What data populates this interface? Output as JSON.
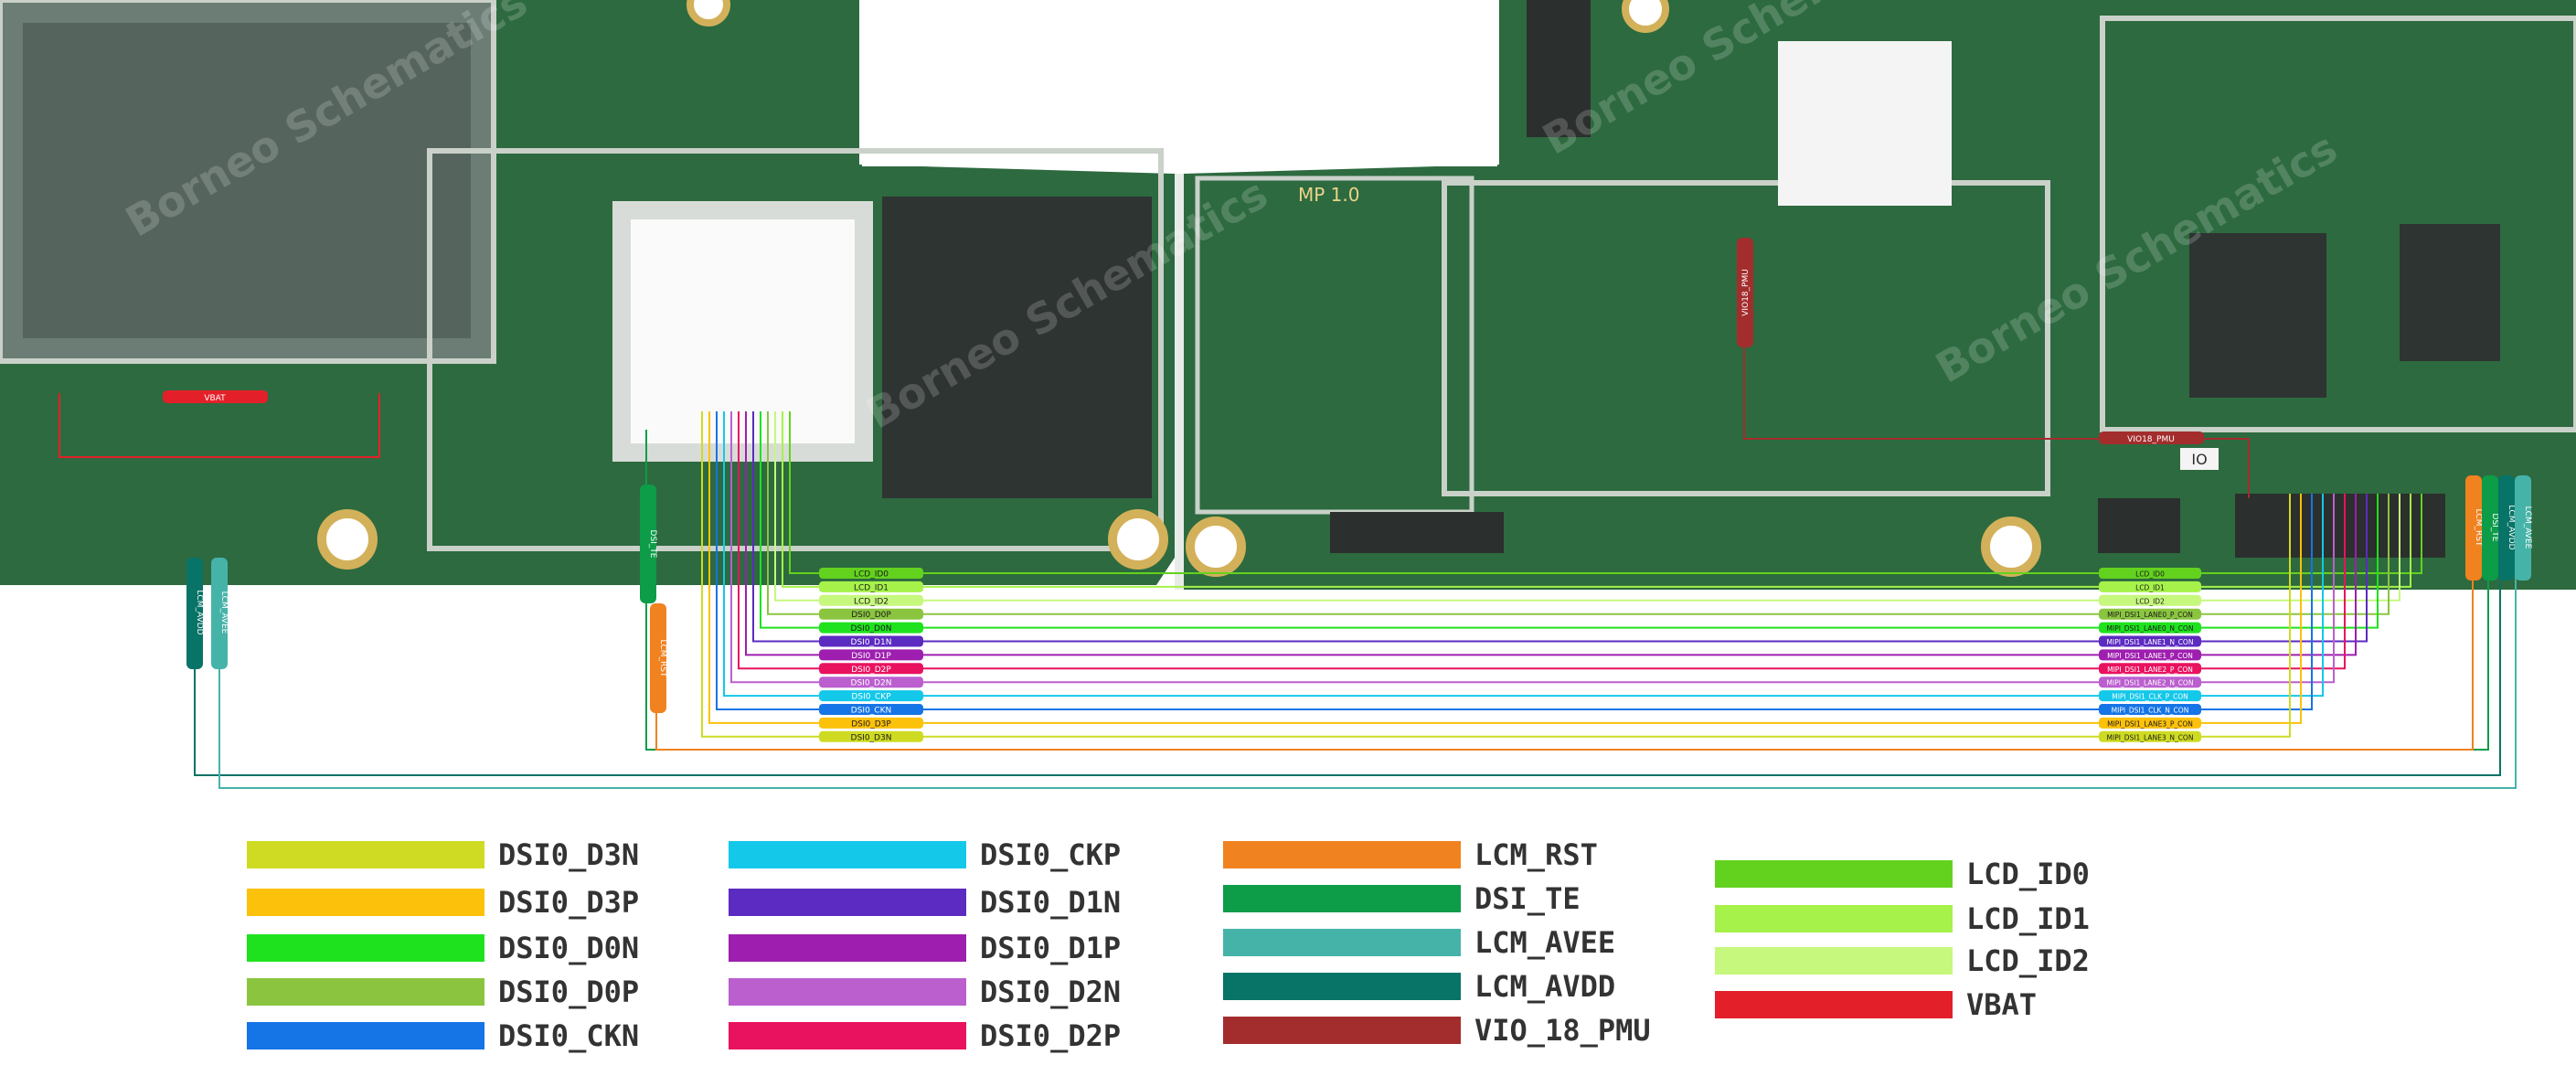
{
  "board": {
    "silkscreen": "MP 1.0",
    "watermark": "Borneo Schematics",
    "marker_io": "IO"
  },
  "net_labels": {
    "vbat": "VBAT",
    "vio18": "VIO18_PMU",
    "vio18_vertical": "VIO18_PMU",
    "lcm_avdd": "LCM_AVDD",
    "lcm_avee": "LCM_AVEE",
    "dsi_te_left": "DSI_TE",
    "lcm_rst_left": "LCM_RST",
    "lcm_rst_right": "LCM_RST",
    "dsi_te_right": "DSI_TE",
    "lcm_avdd_right": "LCM_AVDD",
    "lcm_avee_right": "LCM_AVEE"
  },
  "left_labels": [
    {
      "text": "LCD_ID0",
      "color": "#63d21e"
    },
    {
      "text": "LCD_ID1",
      "color": "#a6f24a"
    },
    {
      "text": "LCD_ID2",
      "color": "#c6f87e"
    },
    {
      "text": "DSI0_D0P",
      "color": "#8bc540"
    },
    {
      "text": "DSI0_D0N",
      "color": "#1fe21f"
    },
    {
      "text": "DSI0_D1N",
      "color": "#5c2bc1"
    },
    {
      "text": "DSI0_D1P",
      "color": "#9e1faf"
    },
    {
      "text": "DSI0_D2P",
      "color": "#e9125f"
    },
    {
      "text": "DSI0_D2N",
      "color": "#bb5fcf"
    },
    {
      "text": "DSI0_CKP",
      "color": "#14c8ea"
    },
    {
      "text": "DSI0_CKN",
      "color": "#1574e6"
    },
    {
      "text": "DSI0_D3P",
      "color": "#fcc10a"
    },
    {
      "text": "DSI0_D3N",
      "color": "#cfdb22"
    }
  ],
  "right_labels": [
    {
      "text": "LCD_ID0",
      "color": "#63d21e"
    },
    {
      "text": "LCD_ID1",
      "color": "#a6f24a"
    },
    {
      "text": "LCD_ID2",
      "color": "#c6f87e"
    },
    {
      "text": "MIPI_DSI1_LANE0_P_CON",
      "color": "#8bc540"
    },
    {
      "text": "MIPI_DSI1_LANE0_N_CON",
      "color": "#1fe21f"
    },
    {
      "text": "MIPI_DSI1_LANE1_N_CON",
      "color": "#5c2bc1"
    },
    {
      "text": "MIPI_DSI1_LANE1_P_CON",
      "color": "#9e1faf"
    },
    {
      "text": "MIPI_DSI1_LANE2_P_CON",
      "color": "#e9125f"
    },
    {
      "text": "MIPI_DSI1_LANE2_N_CON",
      "color": "#bb5fcf"
    },
    {
      "text": "MIPI_DSI1_CLK_P_CON",
      "color": "#14c8ea"
    },
    {
      "text": "MIPI_DSI1_CLK_N_CON",
      "color": "#1574e6"
    },
    {
      "text": "MIPI_DSI1_LANE3_P_CON",
      "color": "#fcc10a"
    },
    {
      "text": "MIPI_DSI1_LANE3_N_CON",
      "color": "#cfdb22"
    }
  ],
  "legend": [
    {
      "label": "DSI0_D3N",
      "color": "#cfdb22"
    },
    {
      "label": "DSI0_D3P",
      "color": "#fcc10a"
    },
    {
      "label": "DSI0_D0N",
      "color": "#1fe21f"
    },
    {
      "label": "DSI0_D0P",
      "color": "#8bc540"
    },
    {
      "label": "DSI0_CKN",
      "color": "#1574e6"
    },
    {
      "label": "DSI0_CKP",
      "color": "#14c8ea"
    },
    {
      "label": "DSI0_D1N",
      "color": "#5c2bc1"
    },
    {
      "label": "DSI0_D1P",
      "color": "#9e1faf"
    },
    {
      "label": "DSI0_D2N",
      "color": "#bb5fcf"
    },
    {
      "label": "DSI0_D2P",
      "color": "#e9125f"
    },
    {
      "label": "LCM_RST",
      "color": "#f08220"
    },
    {
      "label": "DSI_TE",
      "color": "#0d9c48"
    },
    {
      "label": "LCM_AVEE",
      "color": "#46b3a9"
    },
    {
      "label": "LCM_AVDD",
      "color": "#087367"
    },
    {
      "label": "VIO_18_PMU",
      "color": "#a32d2d"
    },
    {
      "label": "LCD_ID0",
      "color": "#63d21e"
    },
    {
      "label": "LCD_ID1",
      "color": "#a6f24a"
    },
    {
      "label": "LCD_ID2",
      "color": "#c6f87e"
    },
    {
      "label": "VBAT",
      "color": "#e3202a"
    }
  ],
  "colors": {
    "pcb": "#2d6a3f",
    "pcb_dark": "#1f4f2e",
    "copper_edge": "#c9d1c9",
    "pad_gold": "#d3b15a"
  }
}
